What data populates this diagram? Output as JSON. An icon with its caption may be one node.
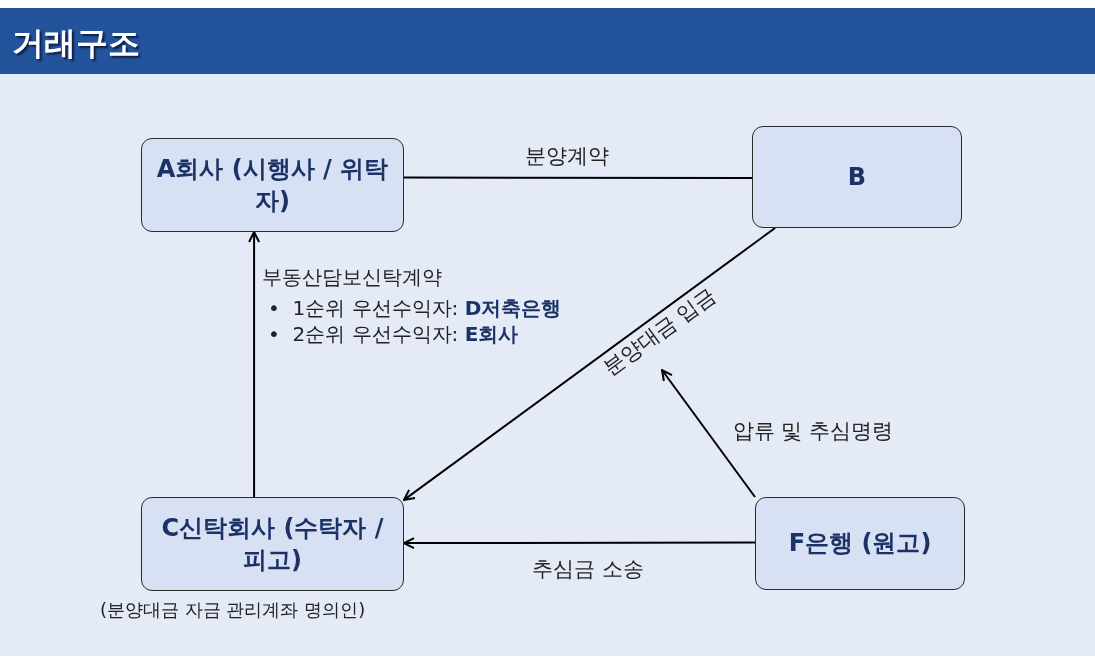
{
  "diagram": {
    "title": "거래구조",
    "nodes": [
      {
        "text": [
          "A회사 (시행사 / 위탁자)"
        ]
      },
      {
        "text": [
          "B"
        ]
      },
      {
        "text": [
          "C신탁회사 (수탁자 / 피고)"
        ],
        "beside": [
          "(분양대금 자금 관리계좌 명의인)"
        ]
      },
      {
        "text": [
          "F은행 (원고)"
        ]
      }
    ],
    "edges": [
      {
        "from": 0,
        "to": 1,
        "arrow": "none",
        "label": "분양계약"
      },
      {
        "from": 2,
        "to": 0,
        "arrow": "to"
      },
      {
        "from": 1,
        "to": 2,
        "arrow": "to",
        "label": "분양대금 입금"
      },
      {
        "from": 3,
        "to": null,
        "arrow": "to",
        "label": "압류 및 추심명령"
      },
      {
        "from": 3,
        "to": 2,
        "arrow": "to",
        "label": "추심금 소송"
      }
    ],
    "labels": [
      "부동산담보신탁계약",
      "•  1순위 우선수익자: **D저축은행**",
      "•  2순위 우선수익자: **E회사**"
    ]
  }
}
